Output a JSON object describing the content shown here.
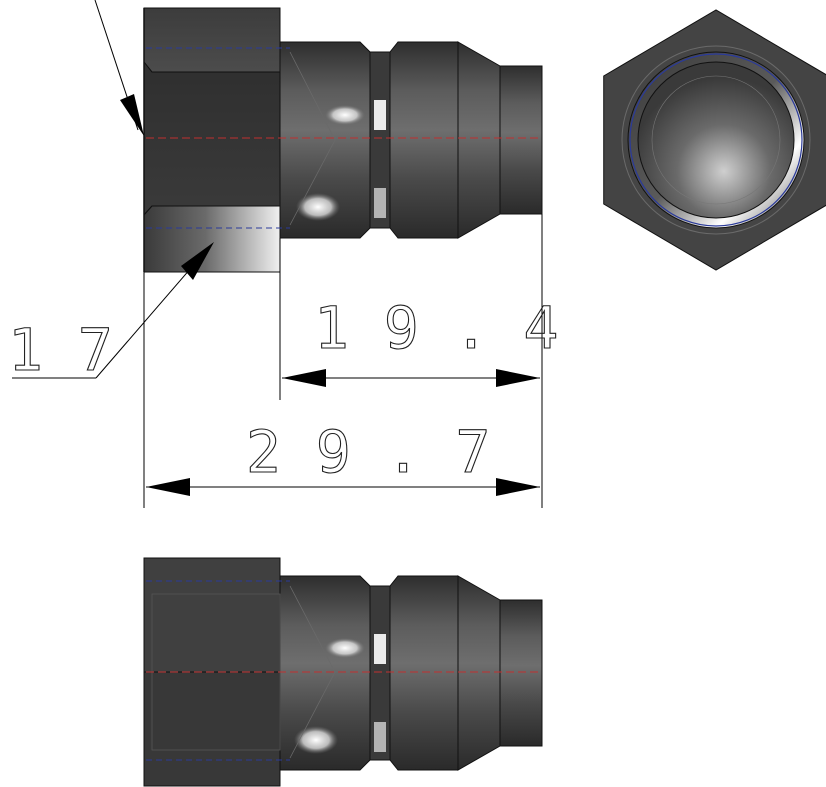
{
  "dimensions": {
    "hex_across_flats": "1 7",
    "length_body": "1 9 . 4",
    "length_overall": "2 9 . 7"
  },
  "colors": {
    "body_dark": "#3a3a3a",
    "body_mid": "#5a5a5a",
    "body_light": "#8a8a8a",
    "highlight": "#ffffff",
    "centerline_red": "#c03030",
    "hidden_blue": "#2a3a9a",
    "dim_line": "#000000"
  }
}
